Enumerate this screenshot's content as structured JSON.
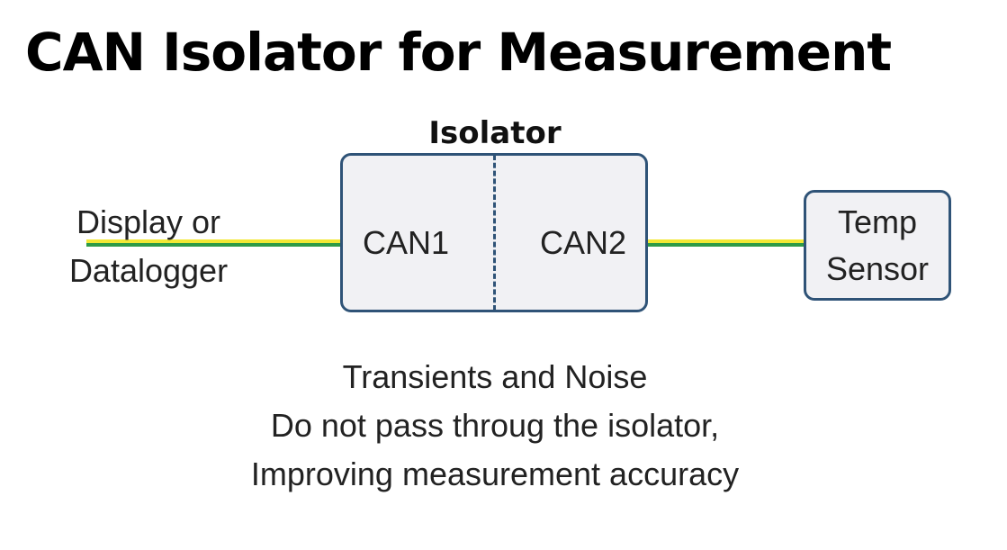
{
  "title": "CAN Isolator for Measurement",
  "diagram": {
    "isolator_label": "Isolator",
    "port_left": "CAN1",
    "port_right": "CAN2",
    "left_device": [
      "Display or",
      "Datalogger"
    ],
    "right_device": [
      "Temp",
      "Sensor"
    ],
    "caption": [
      "Transients and Noise",
      "Do not pass throug the isolator,",
      "Improving measurement accuracy"
    ]
  },
  "colors": {
    "box_border": "#2f5377",
    "box_fill": "#f1f1f4",
    "cable_green": "#2e9b47",
    "cable_yellow": "#f2e835"
  }
}
